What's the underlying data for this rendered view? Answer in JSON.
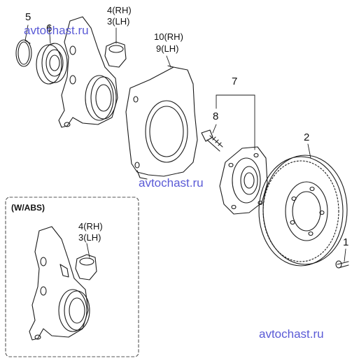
{
  "labels": {
    "p5": "5",
    "p6": "6",
    "p4_top": "4(RH)",
    "p3_top": "3(LH)",
    "p10": "10(RH)",
    "p9": "9(LH)",
    "p7": "7",
    "p8": "8",
    "p2": "2",
    "p1": "1",
    "p4_abs": "4(RH)",
    "p3_abs": "3(LH)"
  },
  "inset": {
    "title": "(W/ABS)"
  },
  "watermark": {
    "text": "avtochast.ru",
    "color": "#5a5ad6"
  },
  "colors": {
    "line": "#1a1a1a",
    "inset_border": "#555555"
  }
}
